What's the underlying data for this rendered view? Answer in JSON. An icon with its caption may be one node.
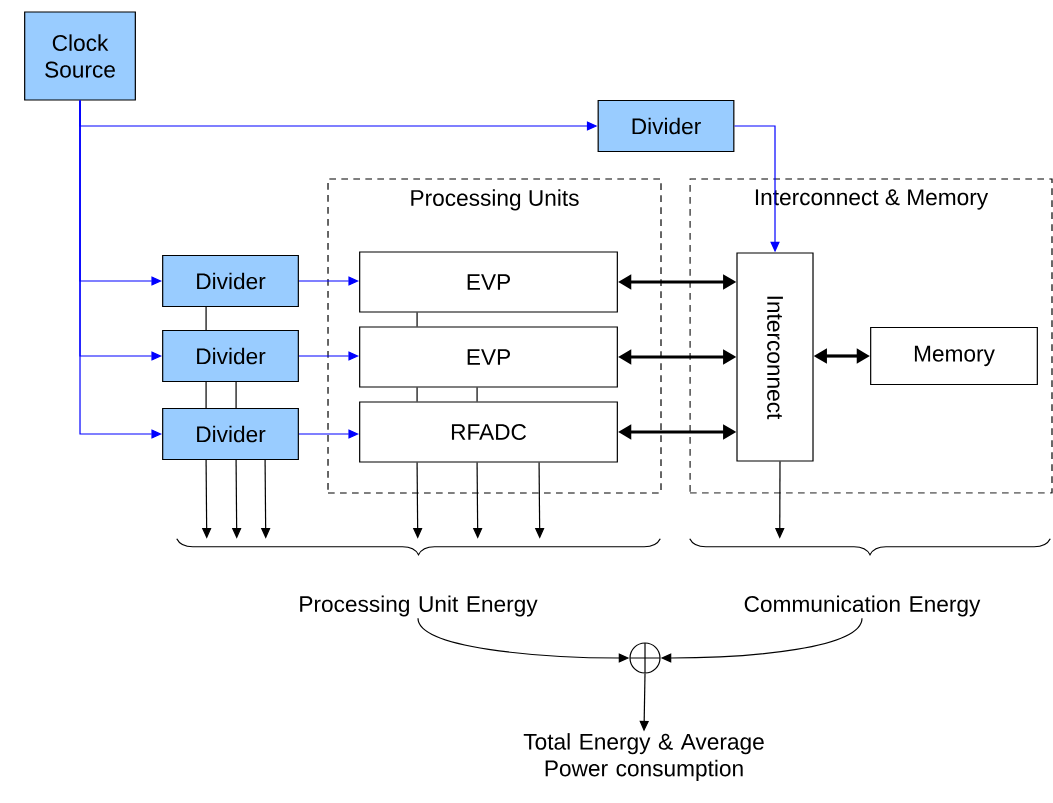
{
  "diagram": {
    "nodes": [
      {
        "text": [
          "Clock Source"
        ]
      },
      {
        "text": [
          "Divider"
        ]
      },
      {
        "text": [
          "Processing Units"
        ]
      },
      {
        "text": [
          "Interconnect & Memory"
        ]
      },
      {
        "text": [
          "Divider"
        ]
      },
      {
        "text": [
          "Divider"
        ]
      },
      {
        "text": [
          "Divider"
        ]
      },
      {
        "text": [
          "EVP"
        ],
        "in": 2
      },
      {
        "text": [
          "EVP"
        ],
        "in": 2
      },
      {
        "text": [
          "RFADC"
        ],
        "in": 2
      },
      {
        "text": [
          "Interconnect"
        ],
        "in": 3
      },
      {
        "text": [
          "Memory"
        ],
        "in": 3
      },
      {
        "text": [],
        "shape": "brace"
      },
      {
        "text": [],
        "shape": "brace"
      },
      {
        "text": [
          "Processing Unit Energy"
        ]
      },
      {
        "text": [
          "Communication Energy"
        ]
      },
      {
        "text": [],
        "shape": "circle"
      },
      {
        "text": [
          "Total Energy & Average Power consumption"
        ]
      }
    ],
    "edges": [
      {
        "from": 0,
        "to": 1,
        "arrow": "to",
        "color": "#0000ff"
      },
      {
        "from": 0,
        "to": 4,
        "arrow": "to",
        "color": "#0000ff"
      },
      {
        "from": 0,
        "to": 5,
        "arrow": "to",
        "color": "#0000ff"
      },
      {
        "from": 0,
        "to": 6,
        "arrow": "to",
        "color": "#0000ff"
      },
      {
        "from": 1,
        "to": 10,
        "arrow": "to",
        "color": "#0000ff"
      },
      {
        "from": 4,
        "to": 7,
        "arrow": "to",
        "color": "#0000ff"
      },
      {
        "from": 5,
        "to": 8,
        "arrow": "to",
        "color": "#0000ff"
      },
      {
        "from": 6,
        "to": 9,
        "arrow": "to",
        "color": "#0000ff"
      },
      {
        "from": 7,
        "to": 10,
        "arrow": "both",
        "style": "thick"
      },
      {
        "from": 8,
        "to": 10,
        "arrow": "both",
        "style": "thick"
      },
      {
        "from": 9,
        "to": 10,
        "arrow": "both",
        "style": "thick"
      },
      {
        "from": 10,
        "to": 11,
        "arrow": "both",
        "style": "thick"
      },
      {
        "from": 4,
        "to": 5,
        "arrow": "none"
      },
      {
        "from": 5,
        "to": 6,
        "arrow": "none"
      },
      {
        "from": 5,
        "to": 6,
        "arrow": "none"
      },
      {
        "from": 7,
        "to": 8,
        "arrow": "none"
      },
      {
        "from": 8,
        "to": 9,
        "arrow": "none"
      },
      {
        "from": 8,
        "to": 9,
        "arrow": "none"
      },
      {
        "from": 6,
        "to": 12,
        "arrow": "to"
      },
      {
        "from": 6,
        "to": 12,
        "arrow": "to"
      },
      {
        "from": 6,
        "to": 12,
        "arrow": "to"
      },
      {
        "from": 9,
        "to": 12,
        "arrow": "to"
      },
      {
        "from": 9,
        "to": 12,
        "arrow": "to"
      },
      {
        "from": 9,
        "to": 12,
        "arrow": "to"
      },
      {
        "from": 10,
        "to": 13,
        "arrow": "to"
      },
      {
        "from": 14,
        "to": 16,
        "arrow": "to"
      },
      {
        "from": 15,
        "to": 16,
        "arrow": "to"
      },
      {
        "from": 16,
        "to": 17,
        "arrow": "to"
      }
    ]
  }
}
